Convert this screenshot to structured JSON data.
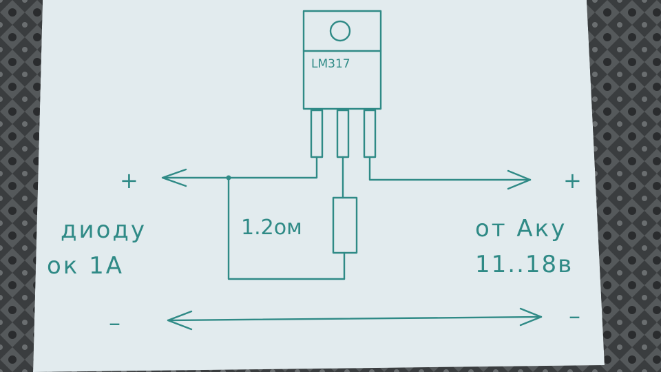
{
  "diagram": {
    "chip_label": "LM317",
    "resistor_label": "1.2ом",
    "left_plus": "+",
    "left_minus": "–",
    "right_plus": "+",
    "right_minus": "–",
    "left_text_line1": "диоду",
    "left_text_line2": "ок 1А",
    "right_text_line1": "от Аку",
    "right_text_line2": "11..18в"
  },
  "colors": {
    "ink": "#2f8a86",
    "paper": "#dfe9ec",
    "background": "#2f3234"
  }
}
